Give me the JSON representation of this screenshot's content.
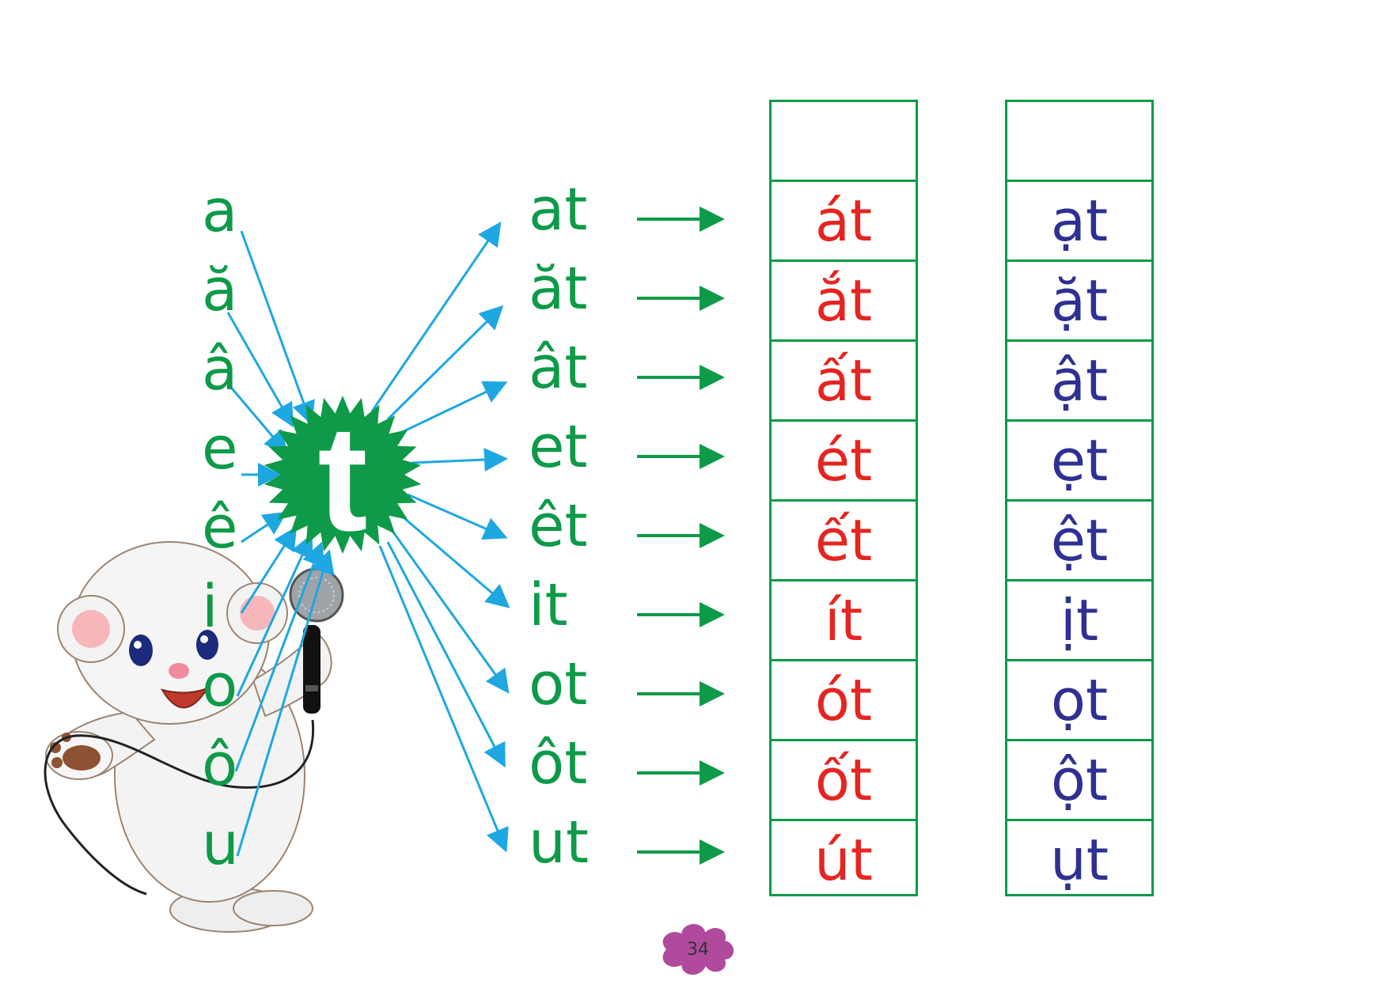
{
  "center_letter": "t",
  "vowels": [
    "a",
    "ă",
    "â",
    "e",
    "ê",
    "i",
    "o",
    "ô",
    "u"
  ],
  "syllables": [
    "at",
    "ăt",
    "ât",
    "et",
    "êt",
    "it",
    "ot",
    "ôt",
    "ut"
  ],
  "sac_column": {
    "tone_mark_icon": "sac-tone-mark",
    "items": [
      "át",
      "ắt",
      "ất",
      "ét",
      "ết",
      "ít",
      "ót",
      "ốt",
      "út"
    ]
  },
  "nang_column": {
    "tone_mark_icon": "nang-tone-mark",
    "items": [
      "ạt",
      "ặt",
      "ật",
      "ẹt",
      "ệt",
      "ịt",
      "ọt",
      "ột",
      "ụt"
    ]
  },
  "page_number": "34",
  "colors": {
    "green": "#0e9a48",
    "blue_arrow": "#1ea7e1",
    "red": "#e52521",
    "navy": "#2e3192",
    "magenta": "#e6007e",
    "page_badge": "#b04a9c"
  }
}
